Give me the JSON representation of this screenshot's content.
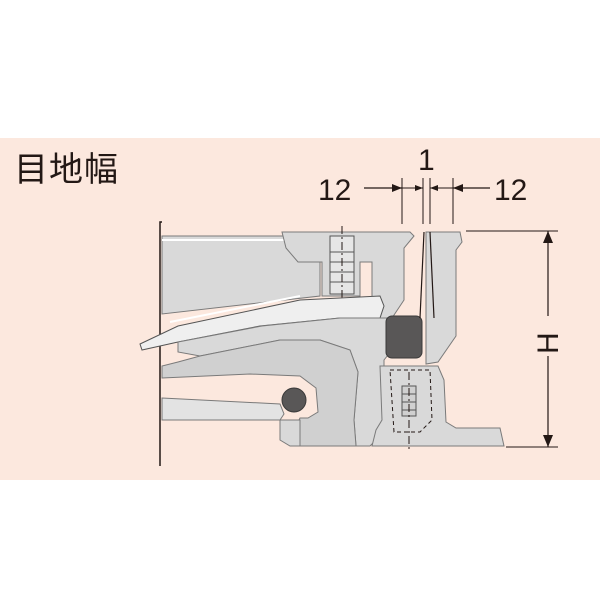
{
  "heading": "目地幅",
  "dimensions": {
    "gap_width": "1",
    "left_width": "12",
    "right_width": "12",
    "height": "H"
  },
  "colors": {
    "background_panel": "#fce8de",
    "profile_fill": "#d9d9d9",
    "profile_dark": "#bdbdbd",
    "gasket": "#595757",
    "line": "#231815"
  }
}
